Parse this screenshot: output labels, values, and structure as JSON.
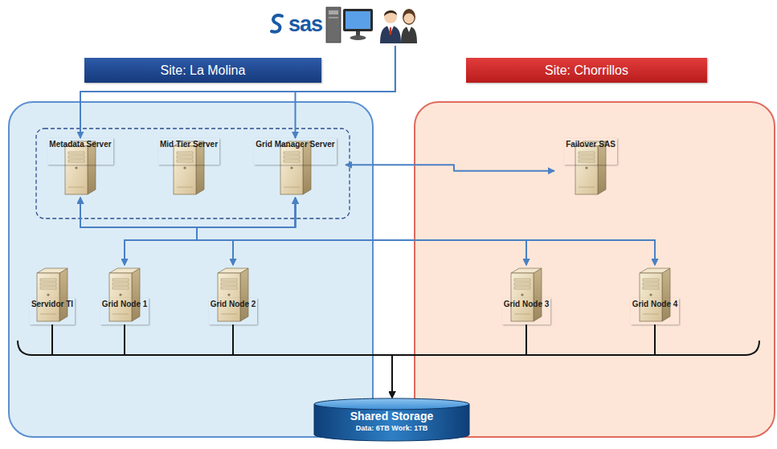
{
  "diagram": {
    "nodes": [
      {
        "text": [
          "sas"
        ]
      },
      {
        "text": [
          "Site: La Molina"
        ]
      },
      {
        "text": [
          "Site: Chorrillos"
        ]
      },
      {
        "text": [
          "Metadata Server"
        ],
        "in": 1
      },
      {
        "text": [
          "Mid Tier Server"
        ],
        "in": 1
      },
      {
        "text": [
          "Grid Manager Server"
        ],
        "in": 1
      },
      {
        "text": [
          "Failover SAS"
        ],
        "in": 2
      },
      {
        "text": [
          "Servidor TI"
        ],
        "in": 1
      },
      {
        "text": [
          "Grid Node 1"
        ],
        "in": 1
      },
      {
        "text": [
          "Grid Node 2"
        ],
        "in": 1
      },
      {
        "text": [
          "Grid Node 3"
        ],
        "in": 2
      },
      {
        "text": [
          "Grid Node 4"
        ],
        "in": 2
      },
      {
        "text": [
          "Shared Storage",
          "Data: 6TB Work: 1TB"
        ]
      }
    ],
    "edges": [
      {
        "from": 0,
        "to": 3,
        "arrow": "to"
      },
      {
        "from": 0,
        "to": 5,
        "arrow": "to"
      },
      {
        "from": 5,
        "to": 6,
        "arrow": "both"
      },
      {
        "from": 3,
        "to": 8,
        "arrow": "both"
      },
      {
        "from": 3,
        "to": 9,
        "arrow": "both"
      },
      {
        "from": 3,
        "to": 10,
        "arrow": "both"
      },
      {
        "from": 3,
        "to": 11,
        "arrow": "both"
      },
      {
        "from": 5,
        "to": 8,
        "arrow": "both"
      },
      {
        "from": 5,
        "to": 9,
        "arrow": "both"
      },
      {
        "from": 5,
        "to": 10,
        "arrow": "both"
      },
      {
        "from": 5,
        "to": 11,
        "arrow": "both"
      },
      {
        "from": 7,
        "to": 12,
        "arrow": "to"
      },
      {
        "from": 8,
        "to": 12,
        "arrow": "to"
      },
      {
        "from": 9,
        "to": 12,
        "arrow": "to"
      },
      {
        "from": 10,
        "to": 12,
        "arrow": "to"
      },
      {
        "from": 11,
        "to": 12,
        "arrow": "to"
      }
    ]
  }
}
